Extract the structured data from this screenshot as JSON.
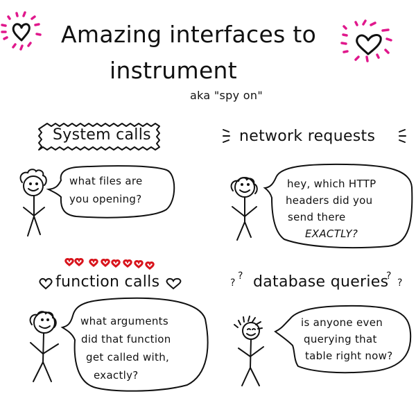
{
  "header": {
    "title_line1": "Amazing interfaces to",
    "title_line2": "instrument",
    "subtitle": "aka \"spy on\""
  },
  "panels": [
    {
      "heading": "System calls",
      "heading_style": "spiky-box",
      "speech": [
        "what files are",
        "you opening?"
      ],
      "character_hair": "curly"
    },
    {
      "heading": "network requests",
      "heading_style": "emphasis-lines",
      "speech": [
        "hey, which HTTP",
        "headers did you",
        "send there",
        "EXACTLY?"
      ],
      "character_hair": "curly"
    },
    {
      "heading": "function calls",
      "heading_style": "hearts",
      "heart_count": 8,
      "speech": [
        "what arguments",
        "did that function",
        "get called with,",
        "exactly?"
      ],
      "character_hair": "curly"
    },
    {
      "heading": "database queries",
      "heading_style": "question-marks",
      "speech": [
        "is anyone even",
        "querying that",
        "table right now?"
      ],
      "character_hair": "spiky"
    }
  ],
  "colors": {
    "ink": "#111111",
    "sparkle_pink": "#e0188c",
    "heart_red": "#d8141c",
    "background": "#ffffff"
  }
}
